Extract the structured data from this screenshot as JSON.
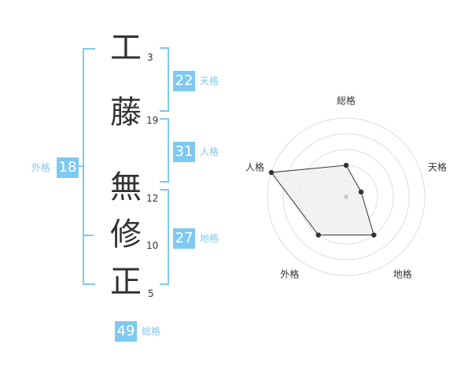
{
  "name_chars": [
    {
      "char": "工",
      "strokes": "3"
    },
    {
      "char": "藤",
      "strokes": "19"
    },
    {
      "char": "無",
      "strokes": "12"
    },
    {
      "char": "修",
      "strokes": "10"
    },
    {
      "char": "正",
      "strokes": "5"
    }
  ],
  "kaku": {
    "tenkaku": {
      "value": "22",
      "label": "天格"
    },
    "jinkaku": {
      "value": "31",
      "label": "人格"
    },
    "chikaku": {
      "value": "27",
      "label": "地格"
    },
    "gaikaku": {
      "value": "18",
      "label": "外格"
    },
    "soukaku": {
      "value": "49",
      "label": "総格"
    }
  },
  "radar": {
    "axes": [
      "総格",
      "天格",
      "地格",
      "外格",
      "人格"
    ],
    "levels": 5,
    "values": [
      2.0,
      1.0,
      3.0,
      3.0,
      5.0
    ],
    "colors": {
      "grid": "#dddddd",
      "fill": "#f0f0f0",
      "line": "#333333",
      "point": "#333333",
      "center": "#cccccc"
    }
  },
  "colors": {
    "accent": "#7ec9f0",
    "text": "#333333"
  }
}
